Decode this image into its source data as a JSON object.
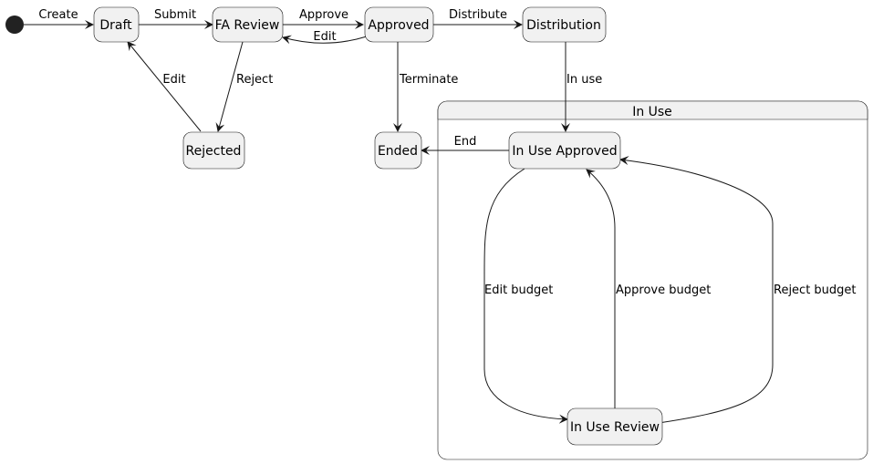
{
  "diagram": {
    "composite": {
      "title": "In Use"
    },
    "states": {
      "draft": "Draft",
      "fa_review": "FA Review",
      "approved": "Approved",
      "distribution": "Distribution",
      "rejected": "Rejected",
      "ended": "Ended",
      "in_use_approved": "In Use Approved",
      "in_use_review": "In Use Review"
    },
    "transitions": {
      "create": "Create",
      "submit": "Submit",
      "approve": "Approve",
      "edit_back": "Edit",
      "distribute": "Distribute",
      "edit": "Edit",
      "reject": "Reject",
      "terminate": "Terminate",
      "in_use": "In use",
      "end": "End",
      "edit_budget": "Edit budget",
      "approve_budget": "Approve budget",
      "reject_budget": "Reject budget"
    }
  }
}
